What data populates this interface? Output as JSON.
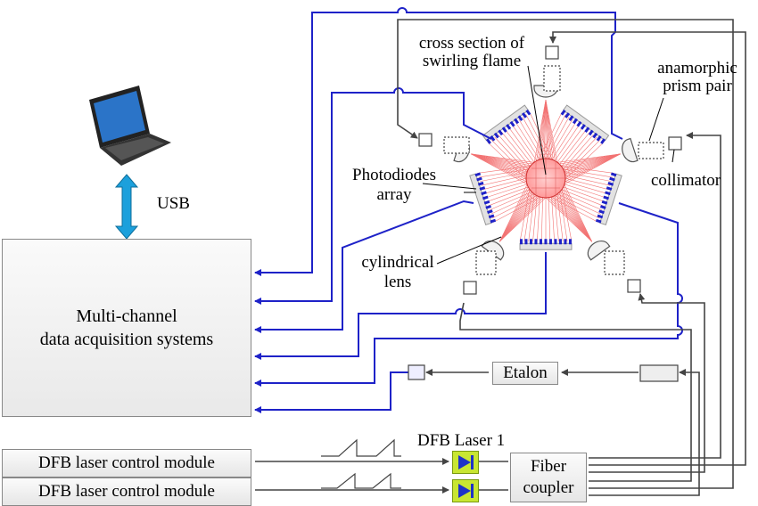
{
  "daq": {
    "line1": "Multi-channel",
    "line2": "data acquisition systems"
  },
  "usb": "USB",
  "controls": [
    {
      "label": "DFB laser control module"
    },
    {
      "label": "DFB laser control module"
    }
  ],
  "laser_label": "DFB Laser 1",
  "fiber": {
    "line1": "Fiber",
    "line2": "coupler"
  },
  "etalon": "Etalon",
  "labels": {
    "flame1": "cross section of",
    "flame2": "swirling flame",
    "prism1": "anamorphic",
    "prism2": "prism pair",
    "collimator": "collimator",
    "photo1": "Photodiodes",
    "photo2": "array",
    "lens1": "cylindrical",
    "lens2": "lens"
  },
  "colors": {
    "signal": "#1e22c8",
    "fiber": "#555555",
    "beam": "#f05a5a",
    "usb": "#1ca0dc",
    "laser_bg": "#c8e632",
    "laser_diode": "#1e32c8"
  }
}
